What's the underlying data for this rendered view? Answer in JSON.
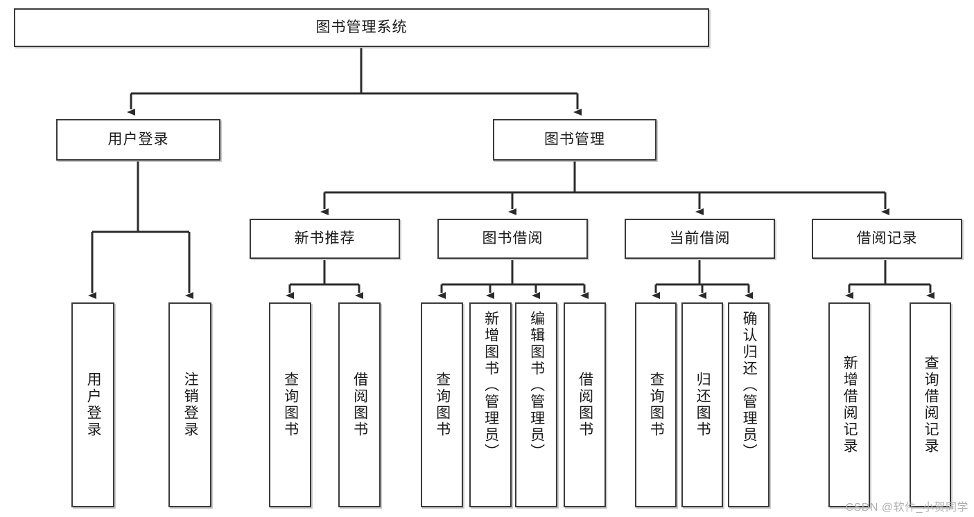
{
  "diagram": {
    "type": "tree-hierarchy",
    "title": "图书管理系统",
    "root": {
      "id": "root",
      "label": "图书管理系统"
    },
    "level1": [
      {
        "id": "user-login",
        "label": "用户登录"
      },
      {
        "id": "book-manage",
        "label": "图书管理"
      }
    ],
    "level2": [
      {
        "id": "new-book-recommend",
        "label": "新书推荐",
        "parent": "book-manage"
      },
      {
        "id": "book-borrow",
        "label": "图书借阅",
        "parent": "book-manage"
      },
      {
        "id": "current-borrow",
        "label": "当前借阅",
        "parent": "book-manage"
      },
      {
        "id": "borrow-record",
        "label": "借阅记录",
        "parent": "book-manage"
      }
    ],
    "leaves": [
      {
        "id": "leaf-user-login",
        "label": "用户登录",
        "parent": "user-login"
      },
      {
        "id": "leaf-logout",
        "label": "注销登录",
        "parent": "user-login"
      },
      {
        "id": "leaf-query-book-1",
        "label": "查询图书",
        "parent": "new-book-recommend"
      },
      {
        "id": "leaf-borrow-book-1",
        "label": "借阅图书",
        "parent": "new-book-recommend"
      },
      {
        "id": "leaf-query-book-2",
        "label": "查询图书",
        "parent": "book-borrow"
      },
      {
        "id": "leaf-add-book",
        "label": "新增图书（管理员）",
        "parent": "book-borrow"
      },
      {
        "id": "leaf-edit-book",
        "label": "编辑图书（管理员）",
        "parent": "book-borrow"
      },
      {
        "id": "leaf-borrow-book-2",
        "label": "借阅图书",
        "parent": "book-borrow"
      },
      {
        "id": "leaf-query-book-3",
        "label": "查询图书",
        "parent": "current-borrow"
      },
      {
        "id": "leaf-return-book",
        "label": "归还图书",
        "parent": "current-borrow"
      },
      {
        "id": "leaf-confirm-return",
        "label": "确认归还（管理员）",
        "parent": "current-borrow"
      },
      {
        "id": "leaf-add-record",
        "label": "新增借阅记录",
        "parent": "borrow-record"
      },
      {
        "id": "leaf-query-record",
        "label": "查询借阅记录",
        "parent": "borrow-record"
      }
    ]
  },
  "watermark": {
    "text": "CSDN @软件_小贺同学"
  },
  "colors": {
    "border": "#3a3a3a",
    "connector": "#2b2b2b",
    "text": "#1a1a1a",
    "background": "#ffffff",
    "watermark": "#b0b0b0"
  }
}
